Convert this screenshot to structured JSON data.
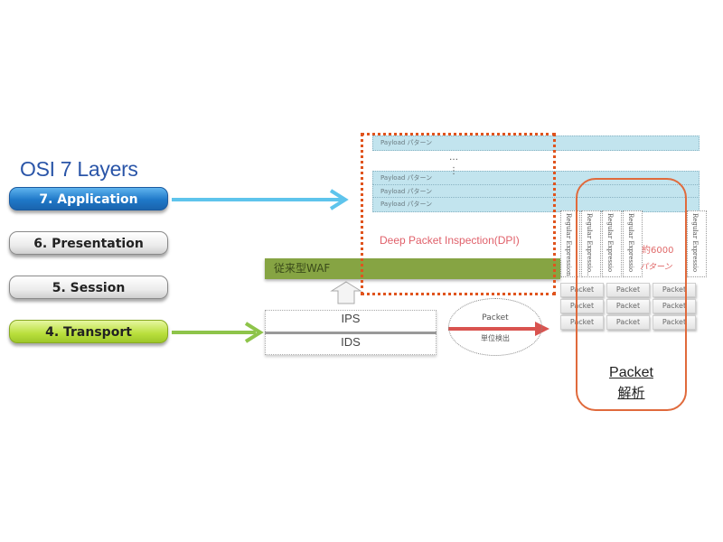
{
  "title": "OSI 7 Layers",
  "layers": [
    {
      "label": "7. Application",
      "style": "blue"
    },
    {
      "label": "6. Presentation",
      "style": "grey"
    },
    {
      "label": "5. Session",
      "style": "grey"
    },
    {
      "label": "4. Transport",
      "style": "green"
    }
  ],
  "payload_rows": [
    "Payload パターン",
    "Payload パターン",
    "Payload パターン",
    "Payload パターン"
  ],
  "ellipsis": "…",
  "vertical_ellipsis": "⋮",
  "dpi_label": "Deep Packet Inspection(DPI)",
  "waf_label": "従来型WAF",
  "regex_columns": [
    "Regular Expression",
    "Regular Expressio..",
    "Regular Expressio",
    "Regular Expressio",
    "Regular Expressio"
  ],
  "pattern_count": {
    "line1": "約6000",
    "line2": "パターン",
    "dots": "・・・"
  },
  "packets": [
    "Packet",
    "Packet",
    "Packet",
    "Packet",
    "Packet",
    "Packet",
    "Packet",
    "Packet",
    "Packet"
  ],
  "ips_label": "IPS",
  "ids_label": "IDS",
  "packet_detect": {
    "line1": "Packet",
    "line2": "単位検出"
  },
  "analysis": {
    "line1": "Packet",
    "line2": "解析"
  },
  "colors": {
    "application_arrow": "#5ec4ec",
    "transport_arrow": "#8ec44a",
    "dpi_border": "#e0541e",
    "detect_arrow": "#d9534f",
    "waf": "#86a443"
  }
}
